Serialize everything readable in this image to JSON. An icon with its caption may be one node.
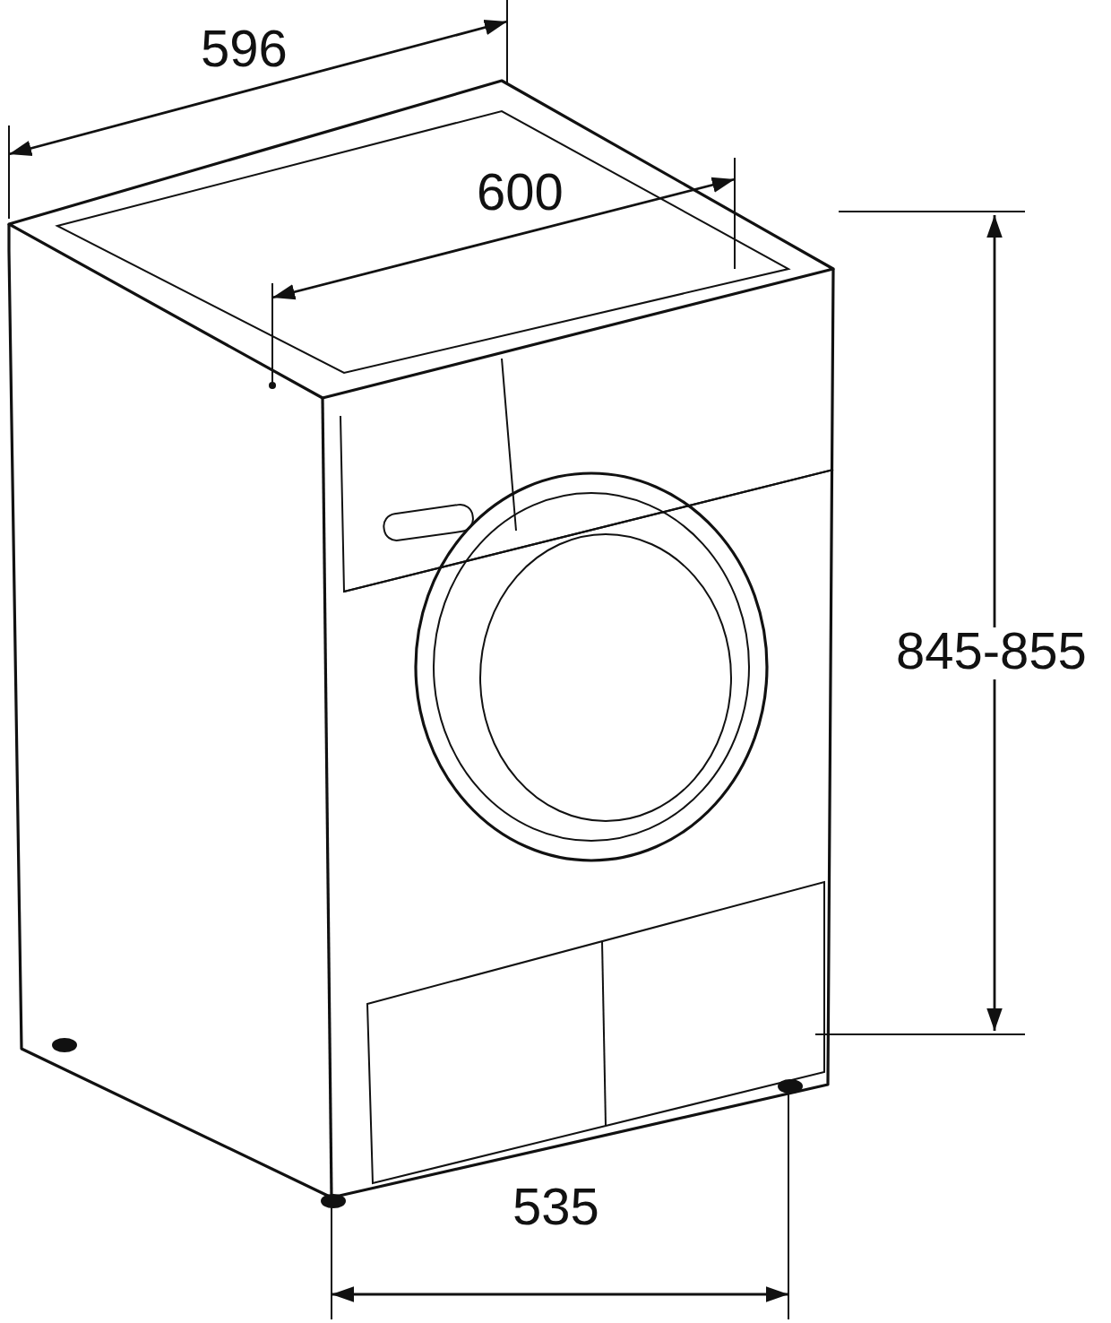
{
  "diagram": {
    "labels": [
      "596",
      "600",
      "845-855",
      "535"
    ]
  }
}
